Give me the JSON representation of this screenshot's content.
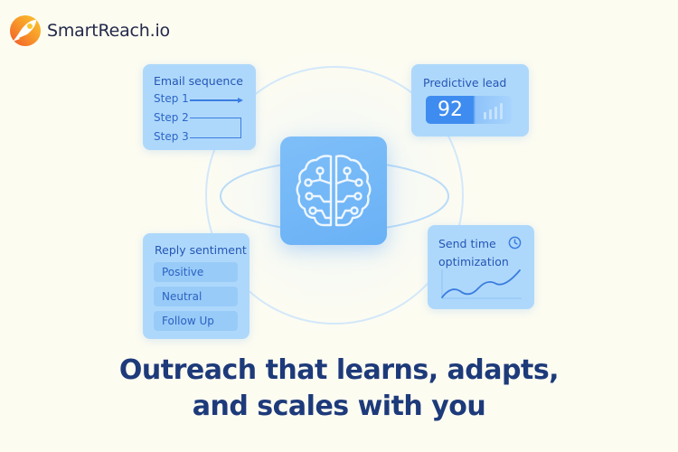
{
  "brand": {
    "name": "SmartReach.io",
    "logo_icon": "rocket-logo-icon"
  },
  "colors": {
    "background": "#fdfcf1",
    "card": "#aed8fb",
    "accent": "#3f8cf0",
    "headline": "#1d3a7a",
    "card_text": "#2456b6"
  },
  "email_sequence": {
    "title": "Email sequence",
    "steps": [
      "Step 1",
      "Step 2",
      "Step 3"
    ]
  },
  "predictive_lead": {
    "title": "Predictive lead",
    "score": "92",
    "icon": "bar-chart-icon"
  },
  "center": {
    "icon": "ai-brain-circuit-icon"
  },
  "reply_sentiment": {
    "title": "Reply sentiment",
    "options": [
      "Positive",
      "Neutral",
      "Follow Up"
    ]
  },
  "send_time": {
    "title_line1": "Send time",
    "title_line2": "optimization",
    "icon": "clock-icon"
  },
  "headline": {
    "line1": "Outreach that learns, adapts,",
    "line2": "and scales with you"
  }
}
